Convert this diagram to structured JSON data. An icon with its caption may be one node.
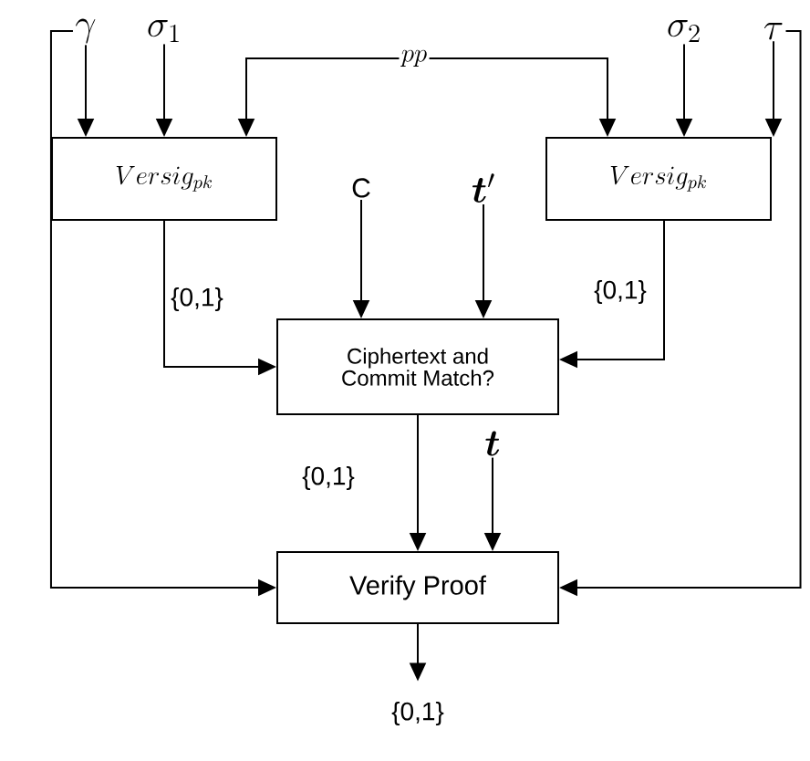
{
  "diagram": {
    "nodes": [
      {
        "text": [
          "\\gamma"
        ]
      },
      {
        "text": [
          "\\sigma_1"
        ]
      },
      {
        "text": [
          "pp"
        ]
      },
      {
        "text": [
          "\\sigma_2"
        ]
      },
      {
        "text": [
          "\\tau"
        ]
      },
      {
        "text": [
          "Versig_{pk}"
        ]
      },
      {
        "text": [
          "Versig_{pk}"
        ]
      },
      {
        "text": [
          "C"
        ]
      },
      {
        "text": [
          "\\boldsymbol{t}^{\\prime}"
        ]
      },
      {
        "text": [
          "Ciphertext and Commit Match?"
        ]
      },
      {
        "text": [
          "\\boldsymbol{t}"
        ]
      },
      {
        "text": [
          "Verify Proof"
        ]
      },
      {
        "text": [
          "{0,1}"
        ]
      }
    ],
    "edges": [
      {
        "from": 0,
        "to": 5,
        "arrow": "to"
      },
      {
        "from": 1,
        "to": 5,
        "arrow": "to"
      },
      {
        "from": 2,
        "to": 5,
        "arrow": "to"
      },
      {
        "from": 2,
        "to": 6,
        "arrow": "to"
      },
      {
        "from": 3,
        "to": 6,
        "arrow": "to"
      },
      {
        "from": 4,
        "to": 6,
        "arrow": "to"
      },
      {
        "from": 0,
        "to": 11,
        "arrow": "to"
      },
      {
        "from": 4,
        "to": 11,
        "arrow": "to"
      },
      {
        "from": 7,
        "to": 9,
        "arrow": "to"
      },
      {
        "from": 8,
        "to": 9,
        "arrow": "to"
      },
      {
        "from": 5,
        "to": 9,
        "arrow": "to",
        "label": "{0,1}"
      },
      {
        "from": 6,
        "to": 9,
        "arrow": "to",
        "label": "{0,1}"
      },
      {
        "from": 9,
        "to": 11,
        "arrow": "to",
        "label": "{0,1}"
      },
      {
        "from": 10,
        "to": 11,
        "arrow": "to"
      },
      {
        "from": 11,
        "to": 12,
        "arrow": "to"
      }
    ]
  }
}
